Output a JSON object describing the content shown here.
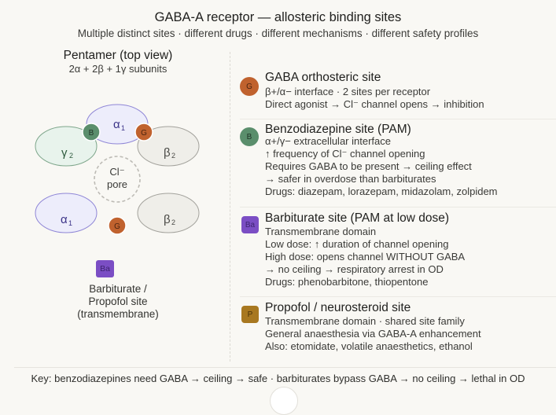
{
  "header": {
    "title": "GABA-A receptor — allosteric binding sites",
    "subtitle": "Multiple distinct sites · different drugs · different mechanisms · different safety profiles"
  },
  "pentamer": {
    "title": "Pentamer (top view)",
    "subtitle": "2α + 2β + 1γ subunits",
    "subunits": [
      {
        "id": "alpha1-top",
        "label": "α",
        "sub": "1",
        "type": "alpha"
      },
      {
        "id": "gamma2",
        "label": "γ",
        "sub": "2",
        "type": "gamma"
      },
      {
        "id": "beta2-right",
        "label": "β",
        "sub": "2",
        "type": "beta"
      },
      {
        "id": "alpha1-bottom",
        "label": "α",
        "sub": "1",
        "type": "alpha"
      },
      {
        "id": "beta2-bottom",
        "label": "β",
        "sub": "2",
        "type": "beta"
      }
    ],
    "pore": {
      "line1": "Cl⁻",
      "line2": "pore"
    },
    "site_markers": [
      {
        "id": "benzo-marker",
        "letter": "B"
      },
      {
        "id": "gaba-marker-top",
        "letter": "G"
      },
      {
        "id": "gaba-marker-bottom",
        "letter": "G"
      }
    ],
    "legend": {
      "badge": "Ba",
      "lines": [
        "Barbiturate /",
        "Propofol site",
        "(transmembrane)"
      ]
    }
  },
  "colors": {
    "gaba": "#c0622e",
    "benzo": "#5a8e6c",
    "barbiturate": "#7b4ec4",
    "propofol": "#a87820",
    "alpha_fill": "#ededfb",
    "alpha_stroke": "#8f86d6",
    "alpha_text": "#3c3488",
    "gamma_fill": "#e8f3ec",
    "gamma_stroke": "#7ea68b",
    "gamma_text": "#2d5a3d",
    "beta_fill": "#efeee9",
    "beta_stroke": "#a3a29c",
    "beta_text": "#4a4a46"
  },
  "sites": [
    {
      "badge": "G",
      "title": "GABA orthosteric site",
      "lines": [
        "β+/α− interface · 2 sites per receptor",
        "Direct agonist → Cl⁻ channel opens → inhibition"
      ]
    },
    {
      "badge": "B",
      "title": "Benzodiazepine site (PAM)",
      "lines": [
        "α+/γ− extracellular interface",
        "↑ frequency of Cl⁻ channel opening",
        "Requires GABA to be present → ceiling effect",
        "→ safer in overdose than barbiturates",
        "Drugs: diazepam, lorazepam, midazolam, zolpidem"
      ]
    },
    {
      "badge": "Ba",
      "title": "Barbiturate site (PAM at low dose)",
      "lines": [
        "Transmembrane domain",
        "Low dose: ↑ duration of channel opening",
        "High dose: opens channel WITHOUT GABA",
        "→ no ceiling → respiratory arrest in OD",
        "Drugs: phenobarbitone, thiopentone"
      ]
    },
    {
      "badge": "P",
      "title": "Propofol / neurosteroid site",
      "lines": [
        "Transmembrane domain · shared site family",
        "General anaesthesia via GABA-A enhancement",
        "Also: etomidate, volatile anaesthetics, ethanol"
      ]
    }
  ],
  "footer": {
    "key": "Key: benzodiazepines need GABA → ceiling → safe · barbiturates bypass GABA → no ceiling → lethal in OD"
  }
}
